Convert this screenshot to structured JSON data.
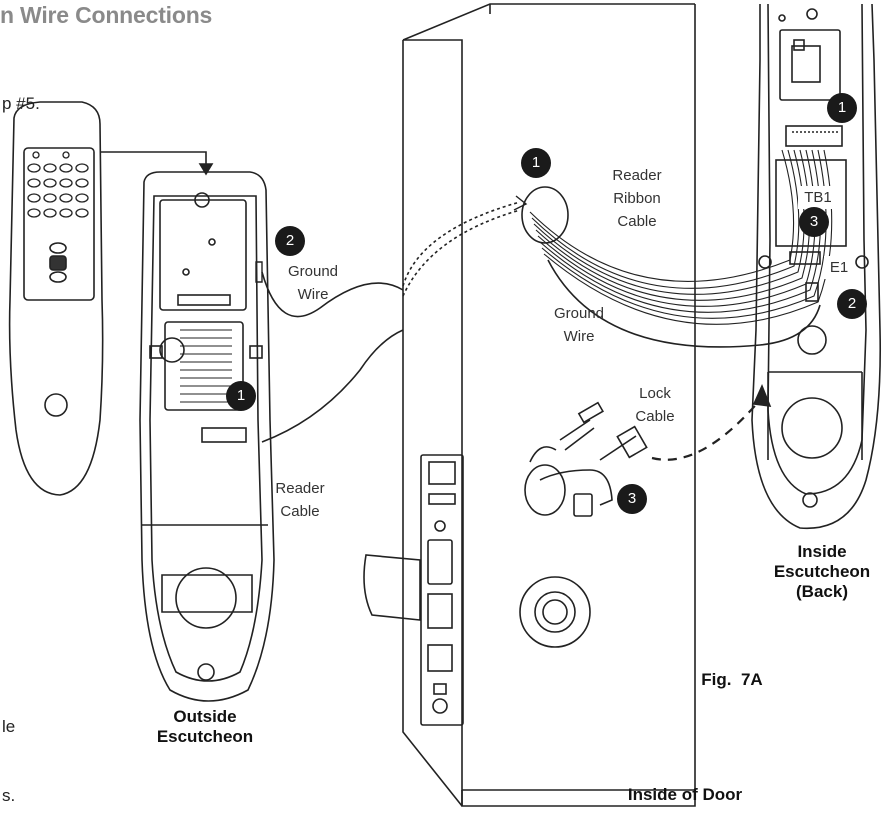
{
  "title": "n Wire Connections",
  "intro_fragment": "p #5.",
  "footer_fragments": [
    "le",
    "s."
  ],
  "callouts": {
    "ground_wire_outside": [
      "Ground",
      "Wire"
    ],
    "reader_cable": [
      "Reader",
      "Cable"
    ],
    "ground_wire_inside": [
      "Ground",
      "Wire"
    ],
    "reader_ribbon_cable": [
      "Reader",
      "Ribbon",
      "Cable"
    ],
    "lock_cable": [
      "Lock",
      "Cable"
    ],
    "tb1": "TB1",
    "e1": "E1"
  },
  "step_markers": {
    "outside_ground": "2",
    "outside_reader": "1",
    "door_ribbon": "1",
    "door_lock_cable": "3",
    "inside_top": "1",
    "inside_tb1": "3",
    "inside_e1": "2"
  },
  "captions": {
    "outside_escutcheon": [
      "Outside",
      "Escutcheon"
    ],
    "inside_escutcheon": [
      "Inside",
      "Escutcheon",
      "(Back)"
    ],
    "figure": "Fig.  7A",
    "inside_of_door": "Inside of Door"
  },
  "colors": {
    "line": "#222222",
    "title": "#8a8a8a",
    "marker": "#1a1a1a"
  }
}
